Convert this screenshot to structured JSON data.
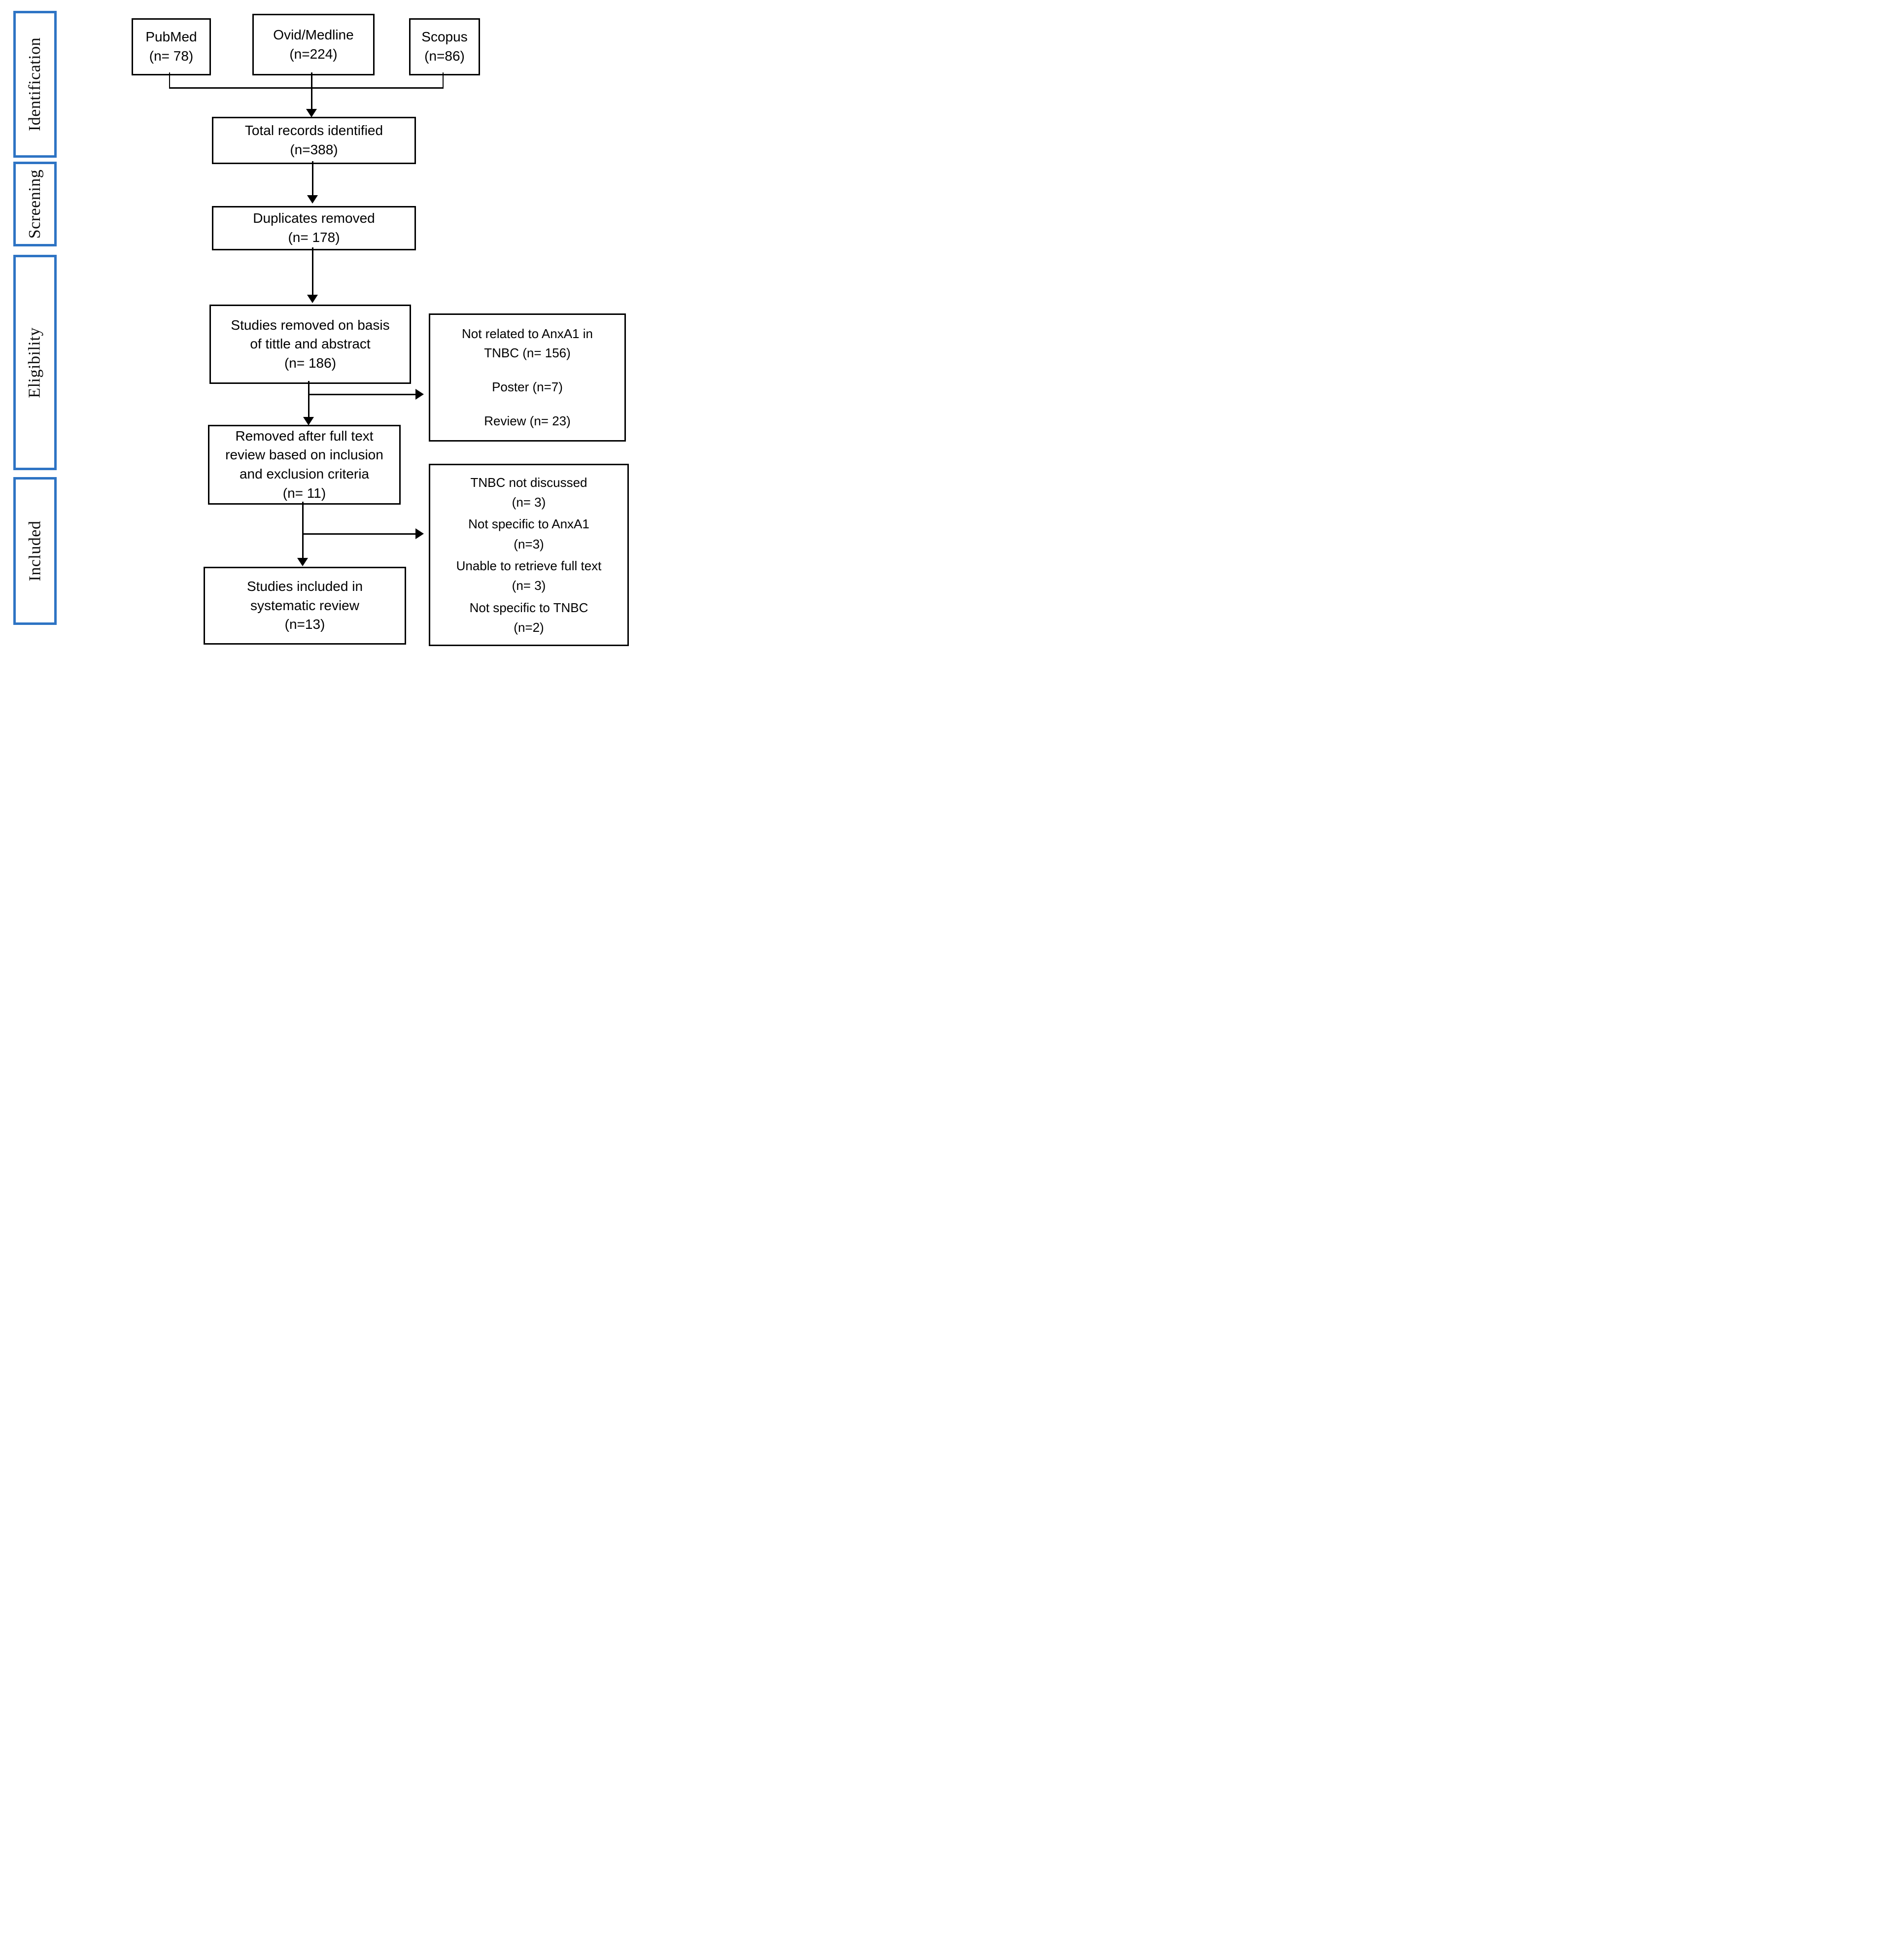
{
  "palette": {
    "stage_border_blue": "#2E74C4",
    "box_border_black": "#000000",
    "line_black": "#000000",
    "background": "#FFFFFF"
  },
  "sidebar": {
    "stages": [
      {
        "label": "Identification"
      },
      {
        "label": "Screening"
      },
      {
        "label": "Eligibility"
      },
      {
        "label": "Included"
      }
    ]
  },
  "sources": [
    {
      "line1": "PubMed",
      "line2": "(n= 78)"
    },
    {
      "line1": "Ovid/Medline",
      "line2": "(n=224)"
    },
    {
      "line1": "Scopus",
      "line2": "(n=86)"
    }
  ],
  "main_flow": [
    {
      "lines": [
        "Total records identified",
        "(n=388)"
      ]
    },
    {
      "lines": [
        "Duplicates removed",
        "(n= 178)"
      ]
    },
    {
      "lines": [
        "Studies removed on basis",
        "of tittle and abstract",
        "(n= 186)"
      ]
    },
    {
      "lines": [
        "Removed after full text",
        "review based on inclusion",
        "and exclusion criteria",
        "(n= 11)"
      ]
    },
    {
      "lines": [
        "Studies included in",
        "systematic review",
        "(n=13)"
      ]
    }
  ],
  "exclusions": {
    "title_abstract": {
      "items": [
        {
          "line1": "Not related to AnxA1 in",
          "line2": "TNBC (n= 156)"
        },
        {
          "line1": "Poster (n=7)",
          "line2": ""
        },
        {
          "line1": "Review (n= 23)",
          "line2": ""
        }
      ]
    },
    "full_text": {
      "items": [
        {
          "line1": "TNBC not discussed",
          "line2": "(n= 3)"
        },
        {
          "line1": "Not specific to AnxA1",
          "line2": "(n=3)"
        },
        {
          "line1": "Unable to retrieve full text",
          "line2": "(n= 3)"
        },
        {
          "line1": "Not specific to TNBC",
          "line2": "(n=2)"
        }
      ]
    }
  }
}
